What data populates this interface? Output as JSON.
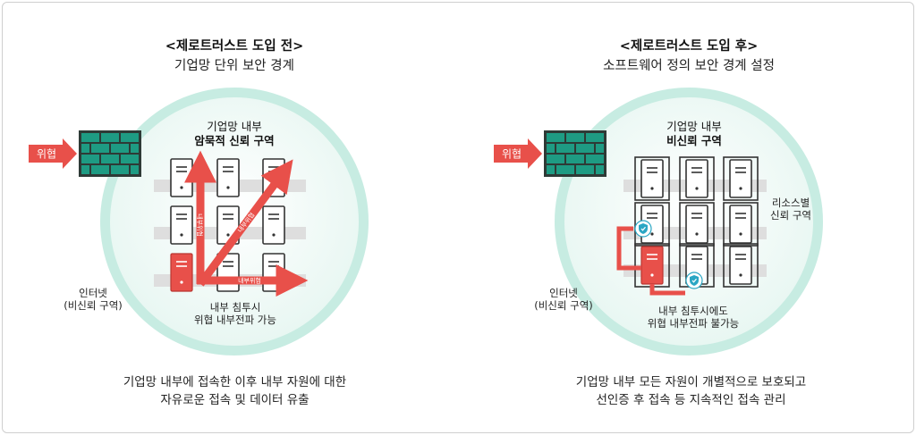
{
  "left": {
    "title": "<제로트러스트 도입 전>",
    "subtitle": "기업망 단위 보안 경계",
    "inner_label_1": "기업망 내부",
    "inner_label_2": "암묵적 신뢰 구역",
    "internet_label_1": "인터넷",
    "internet_label_2": "(비신뢰 구역)",
    "intrusion_label_1": "내부 침투시",
    "intrusion_label_2": "위협 내부전파 가능",
    "threat_label": "위협",
    "arrow_label_vertical": "내부위협",
    "arrow_label_diagonal": "내부위협",
    "arrow_label_horizontal": "내부위협",
    "caption_1": "기업망 내부에 접속한 이후 내부 자원에 대한",
    "caption_2": "자유로운 접속 및 데이터 유출"
  },
  "right": {
    "title": "<제로트러스트 도입 후>",
    "subtitle": "소프트웨어 정의 보안 경계 설정",
    "inner_label_1": "기업망 내부",
    "inner_label_2": "비신뢰 구역",
    "internet_label_1": "인터넷",
    "internet_label_2": "(비신뢰 구역)",
    "resource_label_1": "리소스별",
    "resource_label_2": "신뢰 구역",
    "intrusion_label_1": "내부 침투시에도",
    "intrusion_label_2": "위협 내부전파 불가능",
    "threat_label": "위협",
    "caption_1": "기업망 내부 모든 자원이 개별적으로 보호되고",
    "caption_2": "선인증 후 접속 등 지속적인 접속 관리"
  },
  "colors": {
    "red": "#e8504a",
    "teal_ring": "#c7ece2",
    "teal_inner": "#f1faf7",
    "firewall_green": "#1e9b83",
    "firewall_dark": "#2e3a36",
    "band_gray": "#dedede"
  }
}
